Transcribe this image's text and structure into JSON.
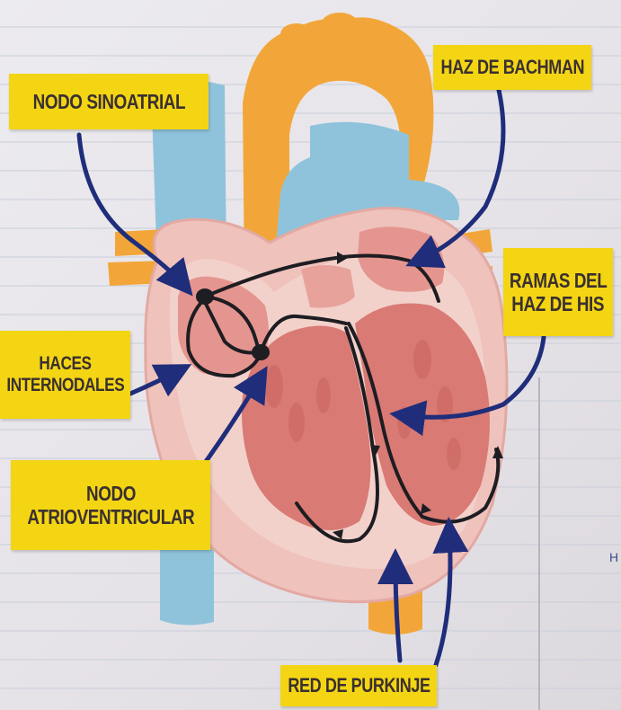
{
  "labels": {
    "nodo_sinoatrial": "NODO SINOATRIAL",
    "haz_de_bachman": "HAZ DE BACHMAN",
    "ramas_del_haz_de_his": [
      "RAMAS DEL",
      "HAZ DE HIS"
    ],
    "haces_internodales": [
      "HACES",
      "INTERNODALES"
    ],
    "nodo_atrioventricular": [
      "NODO",
      "ATRIOVENTRICULAR"
    ],
    "red_de_purkinje": "RED DE PURKINJE"
  },
  "stray_mark": "H",
  "colors": {
    "label_bg": "#f4d514",
    "label_text": "#3a3030",
    "arrow": "#1f2d7a",
    "conduction_path": "#1d1d22",
    "aorta": "#f2a63a",
    "vena_cava": "#8fc3dc",
    "myocardium": "#e08a86",
    "pericardium": "#efc2bc"
  }
}
